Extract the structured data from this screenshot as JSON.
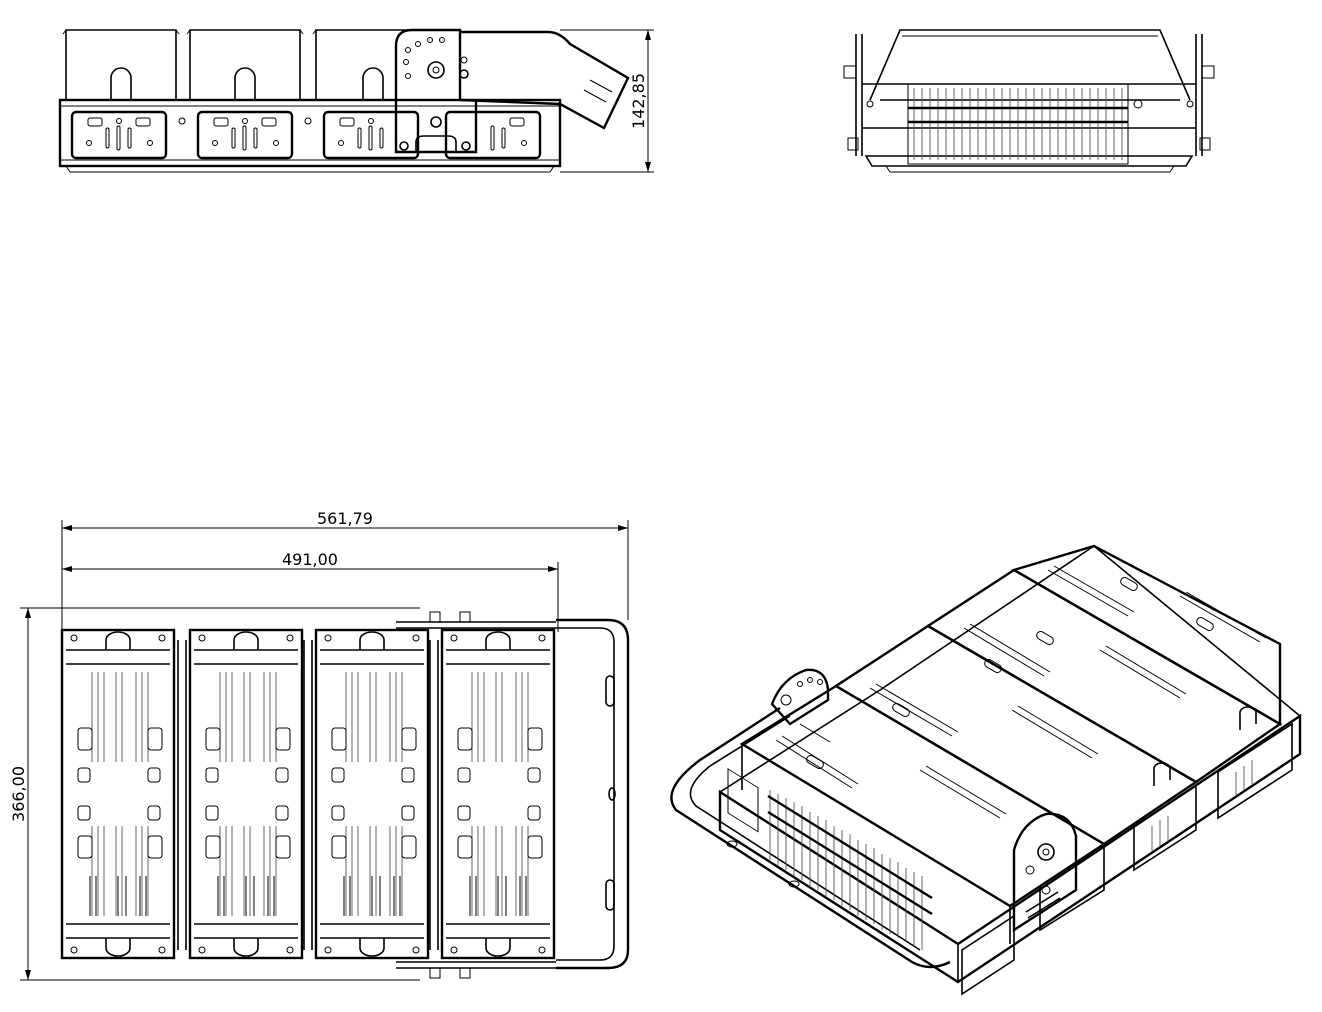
{
  "dimensions": {
    "height": "142,85",
    "overall_width": "561,79",
    "module_width": "491,00",
    "depth": "366,00"
  },
  "views": [
    "front-view",
    "side-view",
    "top-view",
    "isometric-view"
  ]
}
